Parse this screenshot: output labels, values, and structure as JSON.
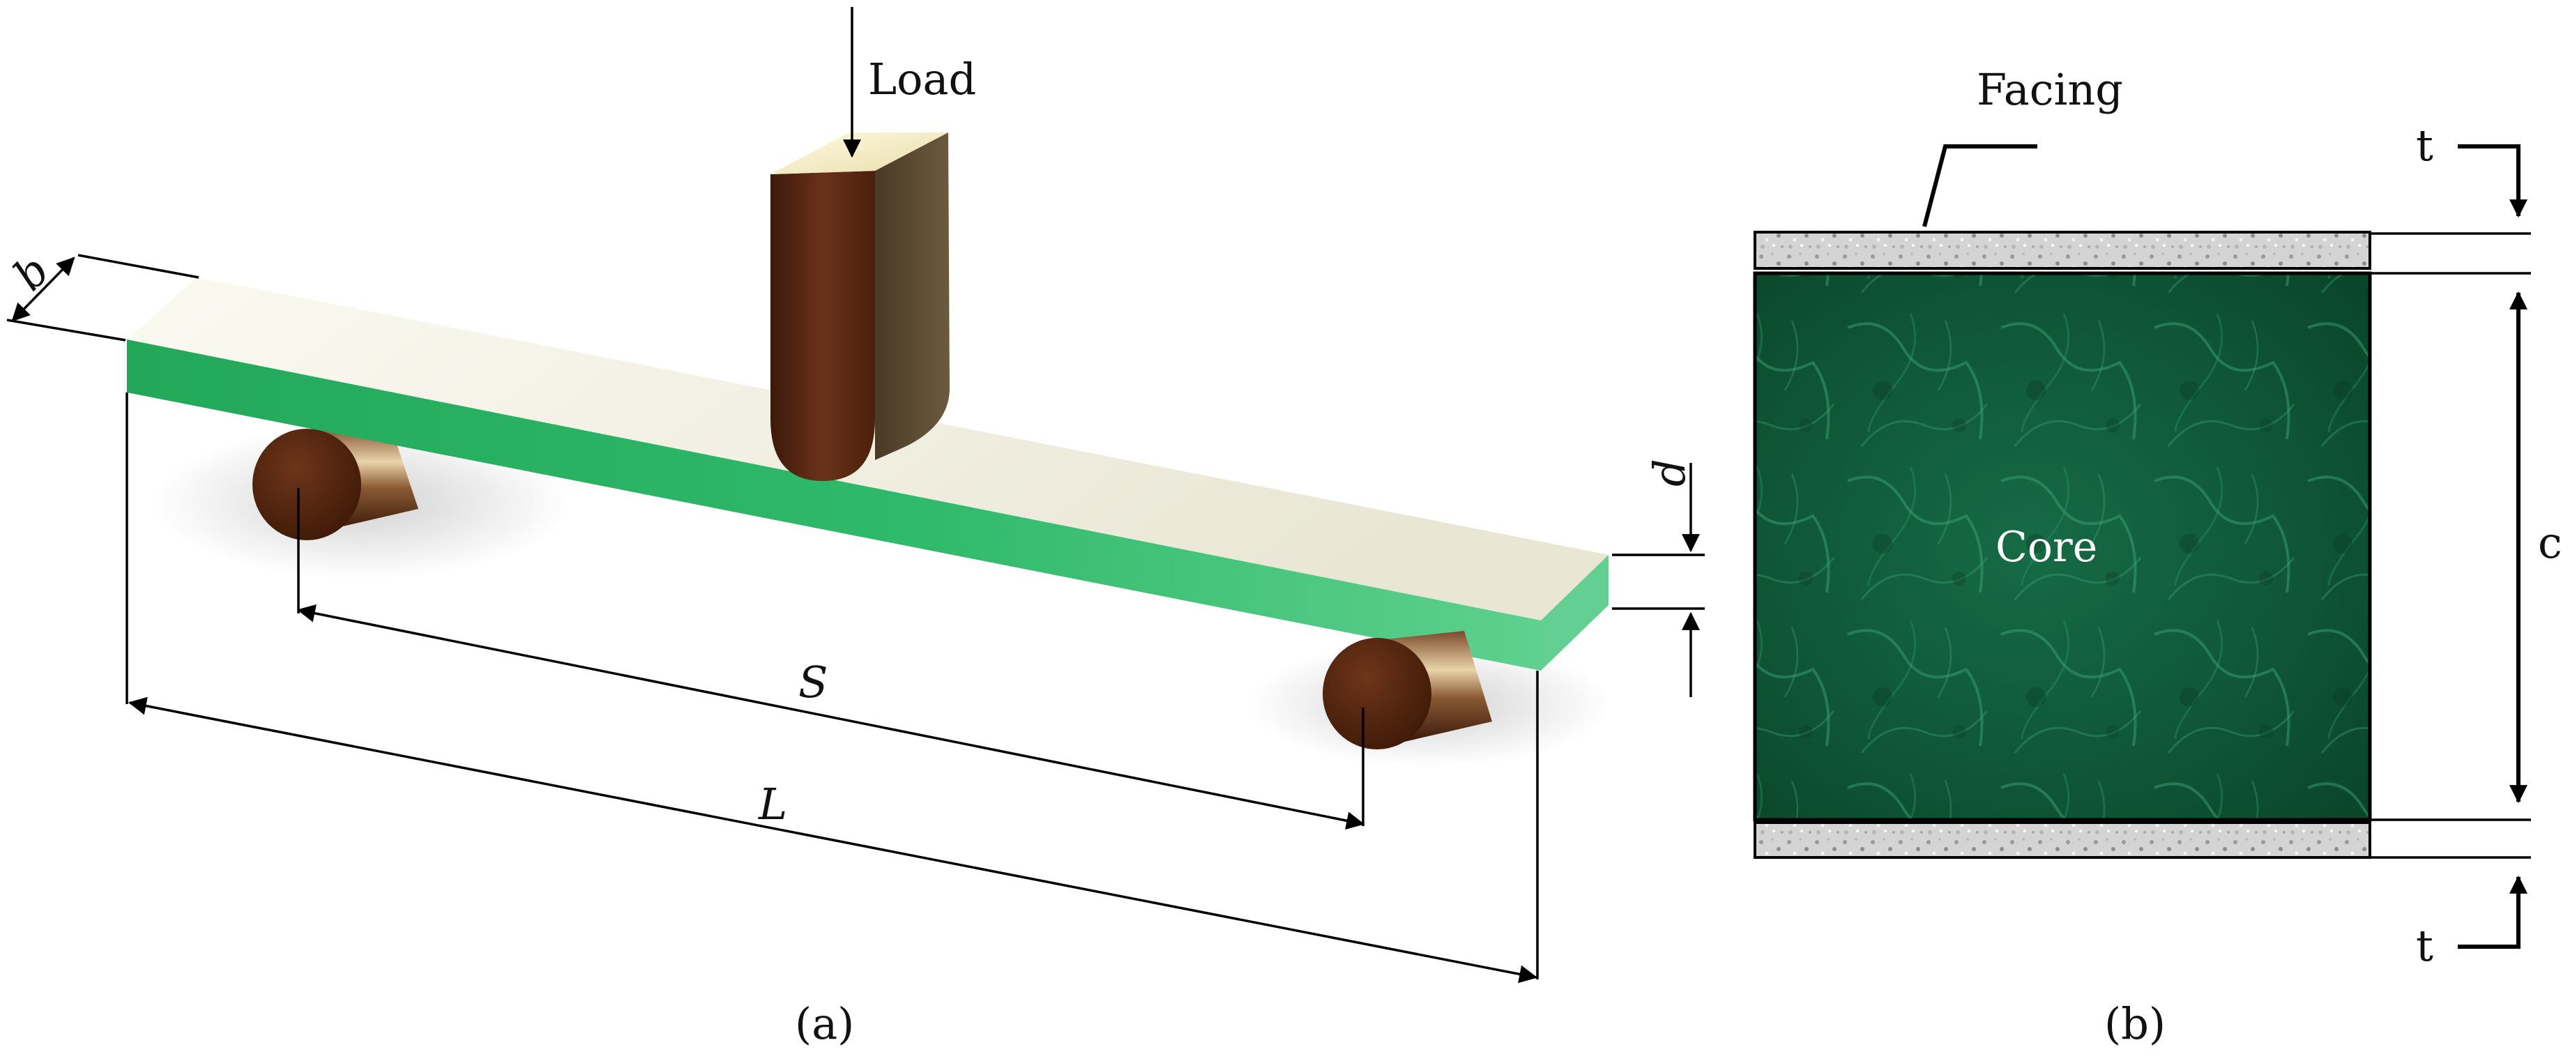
{
  "figure": {
    "panel_a": {
      "caption": "(a)",
      "load_label": "Load",
      "width_label": "b",
      "depth_label": "d",
      "span_label": "S",
      "length_label": "L"
    },
    "panel_b": {
      "caption": "(b)",
      "facing_label": "Facing",
      "core_label": "Core",
      "top_thickness_label": "t",
      "bottom_thickness_label": "t",
      "core_thickness_label": "c"
    }
  },
  "colors": {
    "beam_top": "#f2f0e2",
    "beam_side": "#2fb56a",
    "roller": "#5a2a14",
    "indenter_front": "#5e2b16",
    "indenter_top": "#f5efc8",
    "core": "#0f5a3a",
    "facing": "#cfcfcf"
  }
}
